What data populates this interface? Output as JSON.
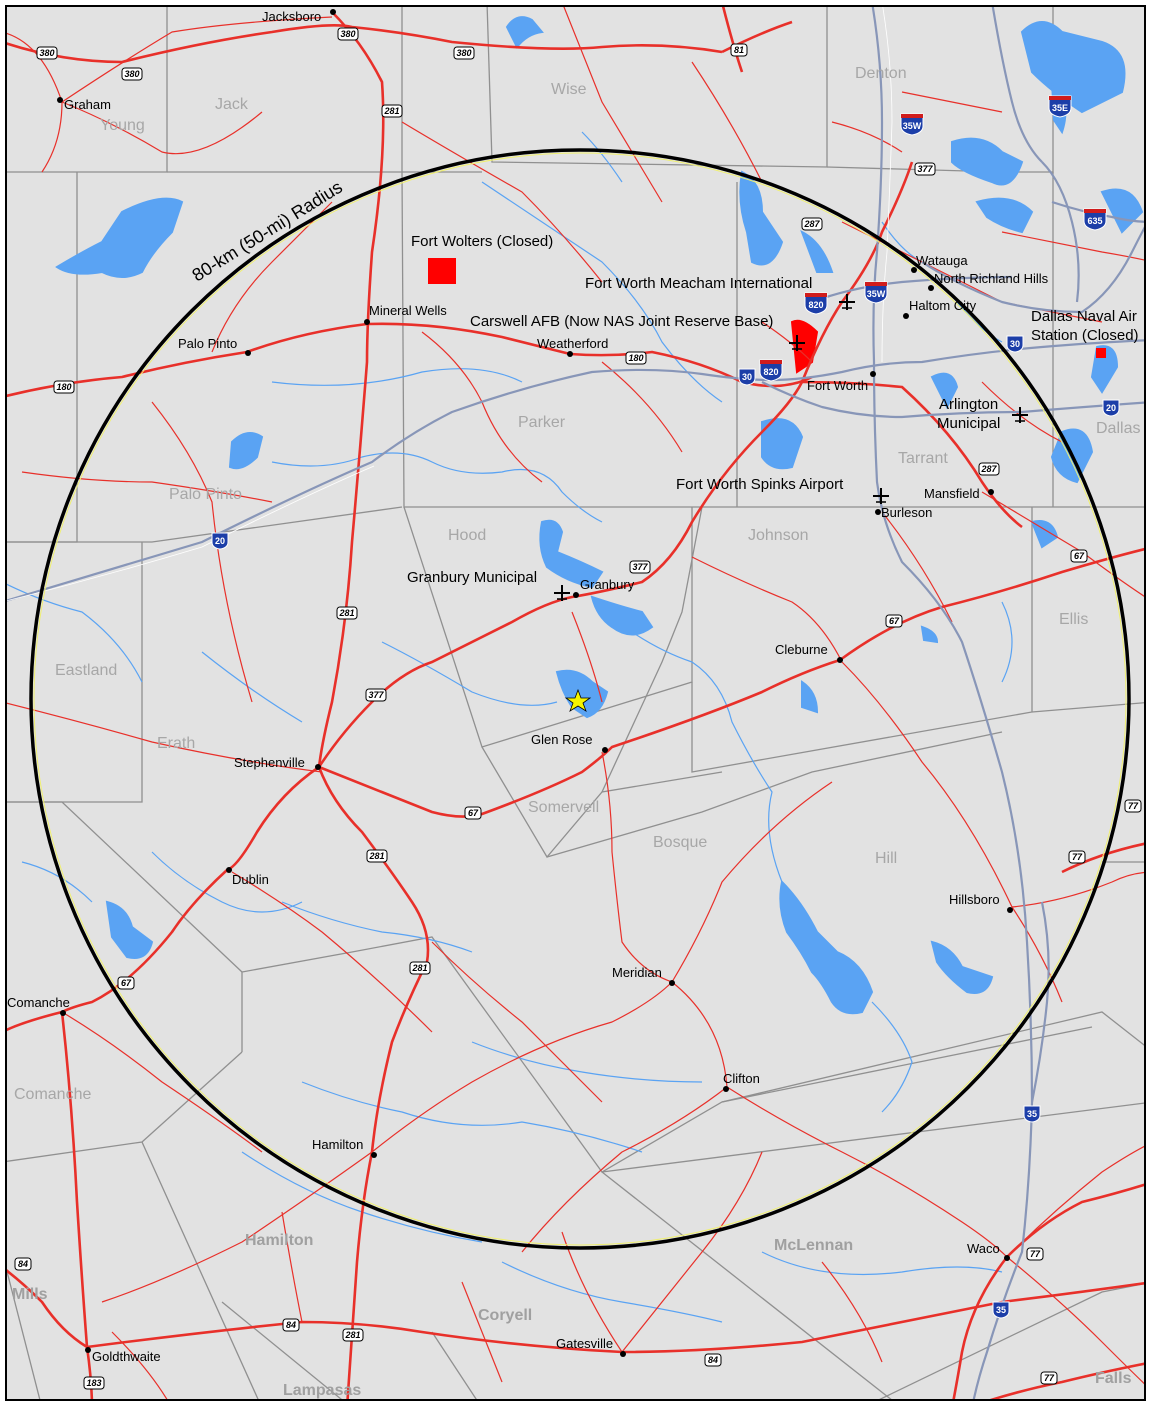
{
  "radius_label": "80-km (50-mi) Radius",
  "counties": {
    "jack": "Jack",
    "young": "Young",
    "wise": "Wise",
    "denton": "Denton",
    "parker": "Parker",
    "palo_pinto": "Palo Pinto",
    "tarrant": "Tarrant",
    "dallas": "Dallas",
    "hood": "Hood",
    "johnson": "Johnson",
    "ellis": "Ellis",
    "eastland": "Eastland",
    "erath": "Erath",
    "somervell": "Somervell",
    "bosque": "Bosque",
    "hill": "Hill",
    "comanche": "Comanche",
    "hamilton": "Hamilton",
    "mclennan": "McLennan",
    "coryell": "Coryell",
    "mills": "Mills",
    "lampasas": "Lampasas",
    "falls": "Falls"
  },
  "places": {
    "jacksboro": "Jacksboro",
    "graham": "Graham",
    "mineral_wells": "Mineral Wells",
    "palo_pinto": "Palo Pinto",
    "weatherford": "Weatherford",
    "watauga": "Watauga",
    "north_richland_hills": "North Richland Hills",
    "haltom_city": "Haltom City",
    "fort_worth": "Fort Worth",
    "mansfield": "Mansfield",
    "burleson": "Burleson",
    "granbury": "Granbury",
    "cleburne": "Cleburne",
    "glen_rose": "Glen Rose",
    "stephenville": "Stephenville",
    "dublin": "Dublin",
    "comanche": "Comanche",
    "meridian": "Meridian",
    "hillsboro": "Hillsboro",
    "clifton": "Clifton",
    "hamilton": "Hamilton",
    "waco": "Waco",
    "gatesville": "Gatesville",
    "goldthwaite": "Goldthwaite"
  },
  "features": {
    "fort_wolters": "Fort Wolters (Closed)",
    "meacham": "Fort Worth Meacham International",
    "carswell": "Carswell AFB (Now NAS Joint Reserve Base)",
    "dallas_naval_1": "Dallas Naval Air",
    "dallas_naval_2": "Station (Closed)",
    "arlington_1": "Arlington",
    "arlington_2": "Municipal",
    "spinks": "Fort Worth Spinks Airport",
    "granbury_municipal": "Granbury Municipal"
  },
  "shields": {
    "us380a": "380",
    "us380b": "380",
    "us380c": "380",
    "us380d": "380",
    "us81": "81",
    "us281a": "281",
    "us281b": "281",
    "us281c": "281",
    "us281d": "281",
    "us281e": "281",
    "us287a": "287",
    "us287b": "287",
    "us377a": "377",
    "us377b": "377",
    "us377c": "377",
    "us180a": "180",
    "us180b": "180",
    "us67a": "67",
    "us67b": "67",
    "us67c": "67",
    "us67d": "67",
    "us77a": "77",
    "us77b": "77",
    "us77c": "77",
    "us84a": "84",
    "us84b": "84",
    "us84c": "84",
    "us183": "183",
    "i35w_a": "35W",
    "i35w_b": "35W",
    "i35e": "35E",
    "i635": "635",
    "i820a": "820",
    "i820b": "820",
    "i30a": "30",
    "i30b": "30",
    "i20a": "20",
    "i20b": "20",
    "i35a": "35",
    "i35b": "35"
  },
  "colors": {
    "land": "#e2e2e2",
    "water": "#5aa3f3",
    "road": "#e8302a",
    "interstate": "#8896b8",
    "county_line": "#8f8f8f",
    "radius": "#000000",
    "facility": "#ff0000",
    "site_star": "#f5f500"
  }
}
